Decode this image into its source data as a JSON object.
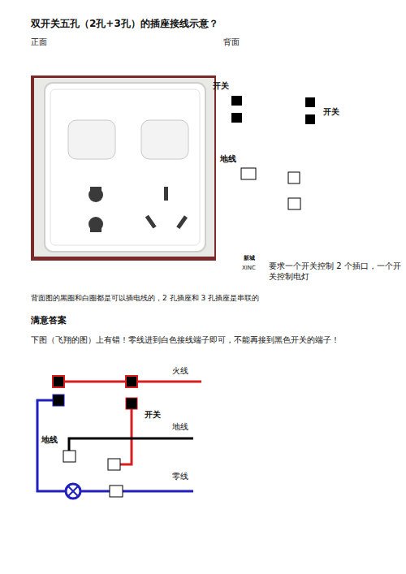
{
  "diagram": {
    "title": "双开关五孔（2孔+3孔）的插座接线示意？",
    "labels": [
      "正面",
      "背面",
      "开关",
      "开关",
      "地线",
      "新城",
      "XINC",
      "要求一个开关控制 2 个插口，一个开关控制电灯",
      "背面图的黑圈和白圈都是可以插电线的，2 孔插座和 3 孔插座是串联的",
      "满意答案",
      "下图（飞翔的图）上有错！零线进到白色接线端子即可，不能再接到黑色开关的端子！",
      "火线",
      "开关",
      "地线",
      "地线",
      "零线"
    ]
  }
}
